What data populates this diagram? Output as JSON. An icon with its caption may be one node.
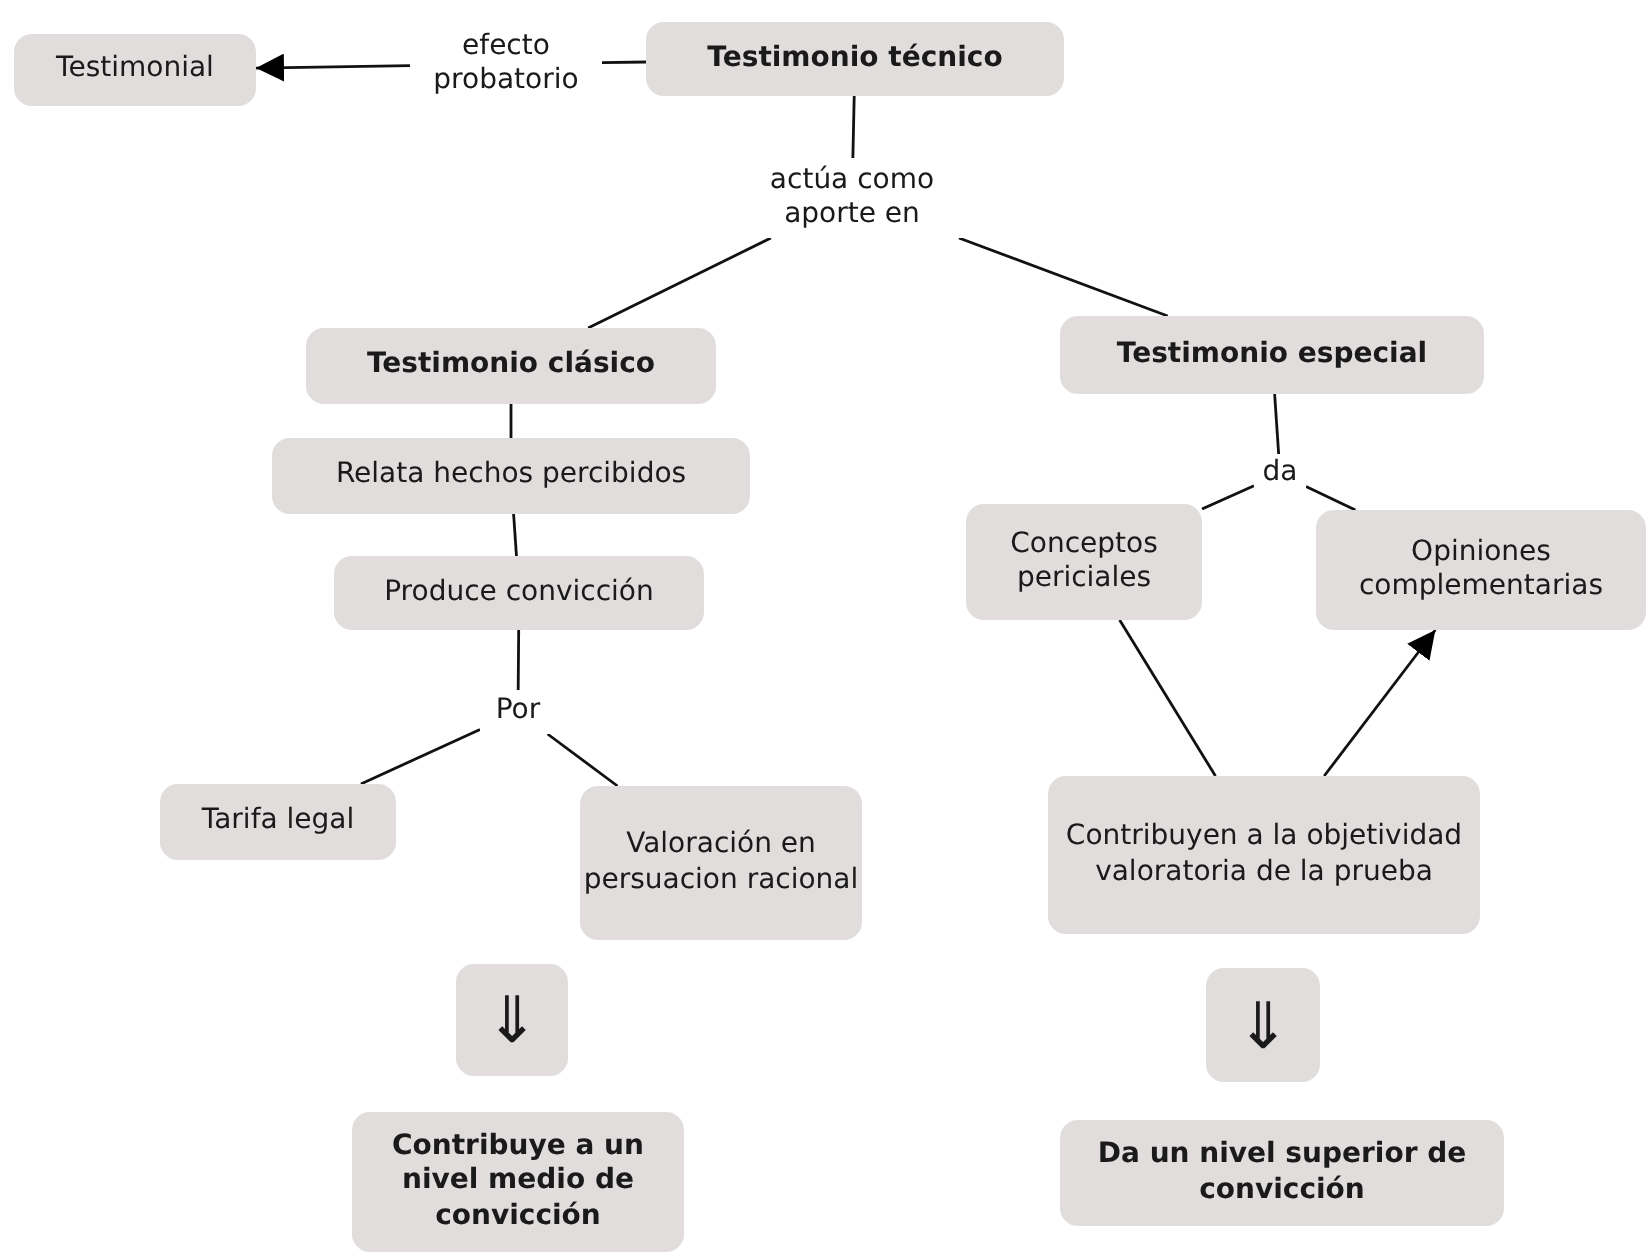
{
  "diagram": {
    "nodes": [
      {
        "text": [
          "Testimonio técnico"
        ]
      },
      {
        "text": [
          "Testimonial"
        ]
      },
      {
        "text": [
          "efecto probatorio"
        ]
      },
      {
        "text": [
          "actúa como aporte en"
        ]
      },
      {
        "text": [
          "Testimonio clásico"
        ]
      },
      {
        "text": [
          "Testimonio especial"
        ]
      },
      {
        "text": [
          "Relata hechos percibidos"
        ]
      },
      {
        "text": [
          "Produce convicción"
        ]
      },
      {
        "text": [
          "Por"
        ]
      },
      {
        "text": [
          "Tarifa legal"
        ]
      },
      {
        "text": [
          "Valoración en persuacion racional"
        ]
      },
      {
        "text": [
          "da"
        ]
      },
      {
        "text": [
          "Conceptos periciales"
        ]
      },
      {
        "text": [
          "Opiniones complementarias"
        ]
      },
      {
        "text": [
          "Contribuyen a la objetividad valoratoria de la prueba"
        ]
      },
      {
        "text": [
          "⇓"
        ]
      },
      {
        "text": [
          "Contribuye a un nivel medio de convicción"
        ]
      },
      {
        "text": [
          "⇓"
        ]
      },
      {
        "text": [
          "Da un nivel superior de convicción"
        ]
      }
    ],
    "edges": [
      {
        "from": 0,
        "to": 2,
        "arrow": "none"
      },
      {
        "from": 2,
        "to": 1,
        "arrow": "to"
      },
      {
        "from": 0,
        "to": 3,
        "arrow": "none"
      },
      {
        "from": 3,
        "to": 4,
        "arrow": "none"
      },
      {
        "from": 3,
        "to": 5,
        "arrow": "none"
      },
      {
        "from": 4,
        "to": 6,
        "arrow": "none"
      },
      {
        "from": 6,
        "to": 7,
        "arrow": "none"
      },
      {
        "from": 7,
        "to": 8,
        "arrow": "none"
      },
      {
        "from": 8,
        "to": 9,
        "arrow": "none"
      },
      {
        "from": 8,
        "to": 10,
        "arrow": "none"
      },
      {
        "from": 5,
        "to": 11,
        "arrow": "none"
      },
      {
        "from": 11,
        "to": 12,
        "arrow": "none"
      },
      {
        "from": 11,
        "to": 13,
        "arrow": "none"
      },
      {
        "from": 12,
        "to": 14,
        "arrow": "none"
      },
      {
        "from": 14,
        "to": 13,
        "arrow": "to"
      }
    ]
  }
}
